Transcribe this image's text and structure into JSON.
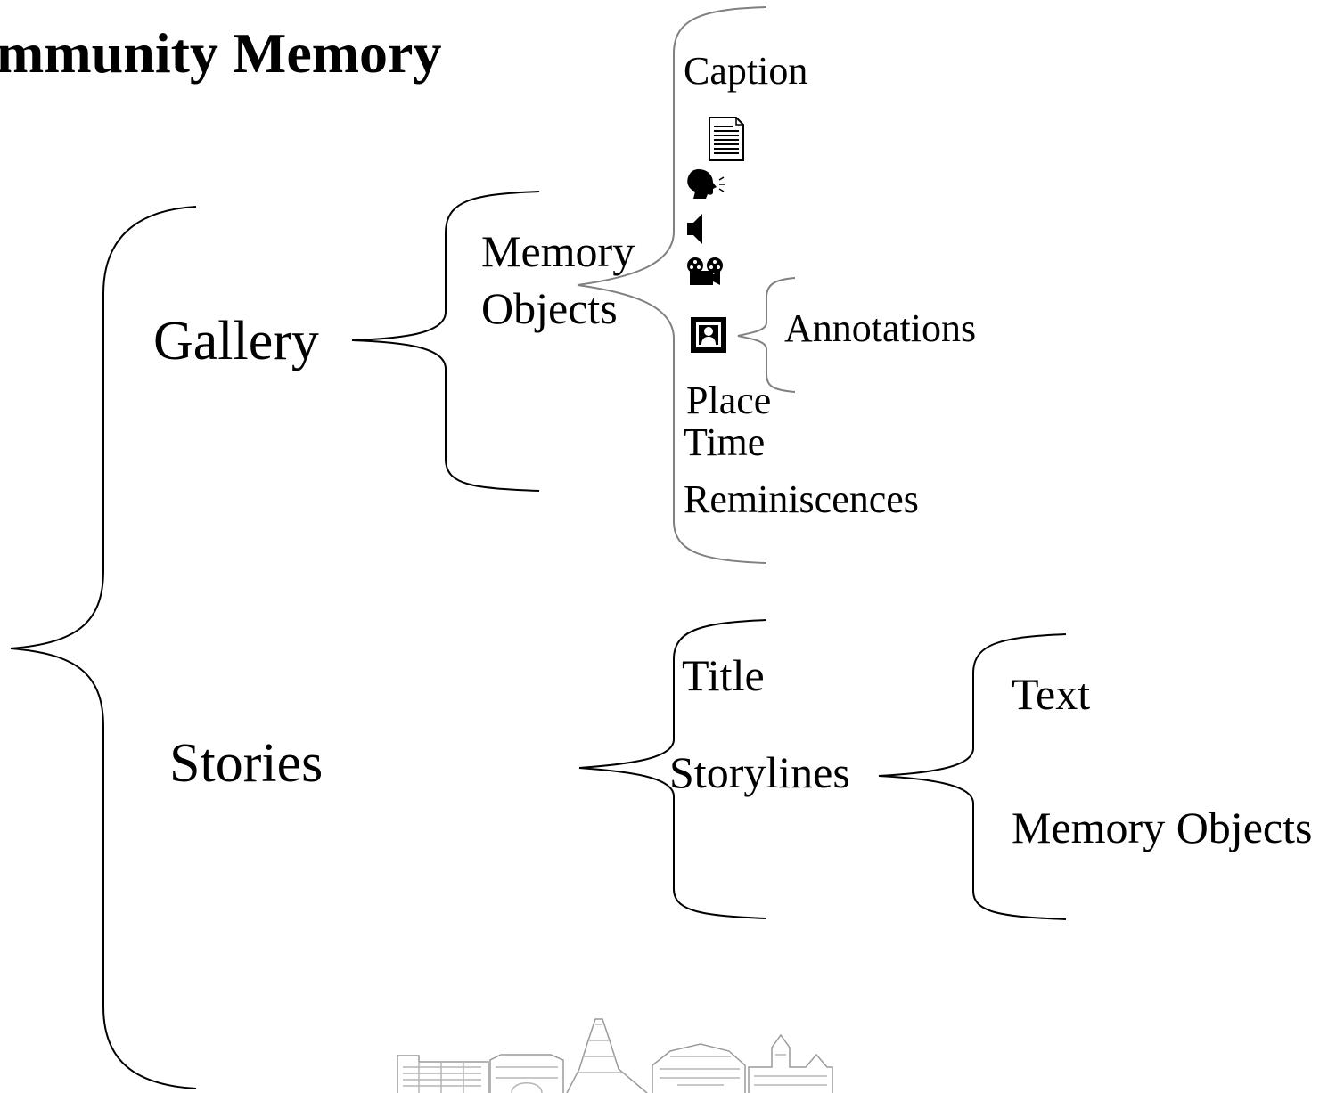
{
  "title": "mmunity Memory",
  "tree": {
    "gallery": {
      "label": "Gallery",
      "memory_objects": {
        "label_line1": "Memory",
        "label_line2": "Objects",
        "attributes": {
          "caption": "Caption",
          "media_icons": [
            "document-icon",
            "speaking-head-icon",
            "speaker-icon",
            "film-projector-icon",
            "framed-picture-icon"
          ],
          "annotations": "Annotations",
          "place": "Place",
          "time": "Time",
          "reminiscences": "Reminiscences"
        }
      }
    },
    "stories": {
      "label": "Stories",
      "title": "Title",
      "storylines": {
        "label": "Storylines",
        "text": "Text",
        "memory_objects": "Memory Objects"
      }
    }
  },
  "colors": {
    "main_brace": "#000000",
    "attribute_brace": "#808080",
    "text": "#000000"
  },
  "decorative_image": "town-skyline-illustration"
}
